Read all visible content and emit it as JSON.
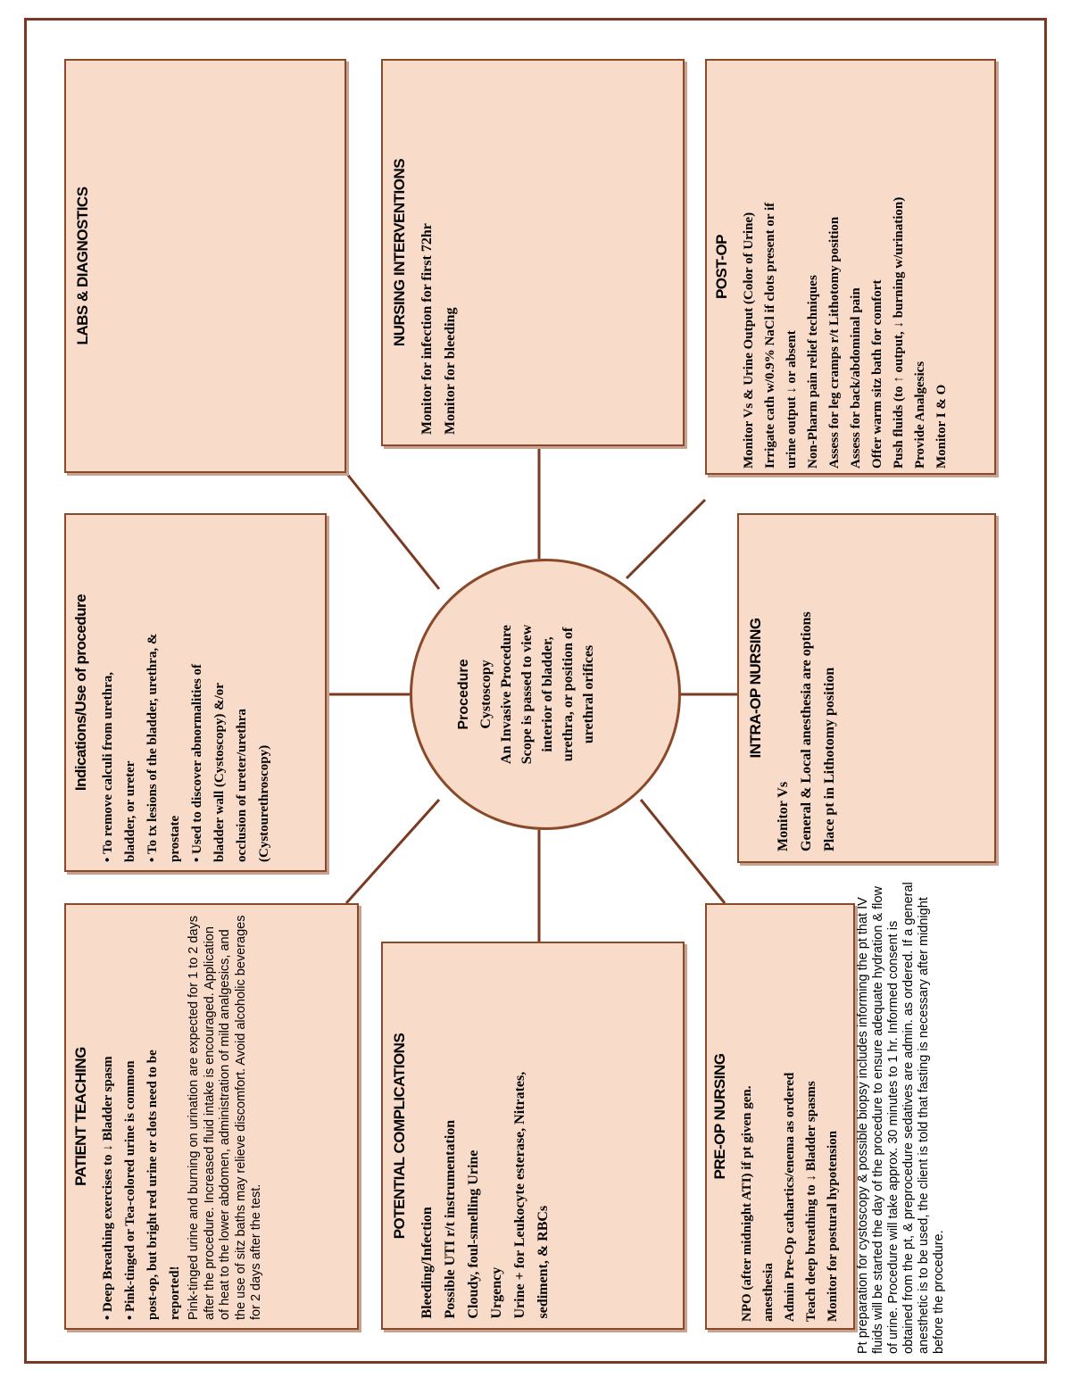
{
  "center": {
    "heading": "Procedure",
    "lines": [
      "Cystoscopy",
      "An Invasive Procedure",
      "Scope is passed to view",
      "interior of bladder,",
      "urethra, or position of",
      "urethral orifices"
    ]
  },
  "labs": {
    "heading": "LABS & DIAGNOSTICS",
    "lines": []
  },
  "nursing_interventions": {
    "heading": "NURSING INTERVENTIONS",
    "lines": [
      "Monitor for infection for first 72hr",
      "Monitor for bleeding"
    ]
  },
  "post_op": {
    "heading": "POST-OP",
    "lines": [
      "Monitor Vs & Urine Output (Color of Urine)",
      "Irrigate cath w/0.9% NaCl if clots present or if",
      "urine output ↓ or absent",
      "Non-Pharm pain relief techniques",
      "Assess for leg cramps r/t Lithotomy position",
      "Assess for back/abdominal pain",
      "Offer warm sitz bath for comfort",
      "Push fluids (to ↑ output, ↓ burning w/urination)",
      "Provide Analgesics",
      "Monitor I & O"
    ]
  },
  "indications": {
    "heading": "Indications/Use of procedure",
    "lines": [
      "To remove calculi from urethra,",
      "bladder, or ureter",
      "To tx lesions of the bladder, urethra, &",
      "prostate",
      "Used to discover abnormalities of",
      "bladder wall (Cystoscopy) &/or",
      "occlusion of ureter/urethra",
      "(Cystourethroscopy)"
    ]
  },
  "intra_op": {
    "heading": "INTRA-OP NURSING",
    "lines": [
      "Monitor Vs",
      "General & Local anesthesia are options",
      "Place pt in Lithotomy position"
    ]
  },
  "patient_teaching": {
    "heading": "PATIENT TEACHING",
    "lines": [
      "Deep Breathing exercises to ↓ Bladder spasm",
      "Pink-tinged or Tea-colored urine is common",
      "post-op, but bright red urine or clots need to be",
      "reported!"
    ],
    "paragraph": "Pink-tinged urine and burning on urination are expected for 1 to 2 days after the procedure. Increased fluid intake is encouraged. Application of heat to the lower abdomen, administration of mild analgesics, and the use of sitz baths may relieve discomfort. Avoid alcoholic beverages for 2 days after the test."
  },
  "complications": {
    "heading": "POTENTIAL COMPLICATIONS",
    "lines": [
      "Bleeding/Infection",
      "Possible UTI r/t instrumentation",
      "Cloudy, foul-smelling Urine",
      "Urgency",
      "Urine + for Leukocyte esterase, Nitrates,",
      "sediment, & RBCs"
    ]
  },
  "pre_op": {
    "heading": "PRE-OP NURSING",
    "lines": [
      "NPO (after midnight ATI) if pt given gen.",
      "anesthesia",
      "Admin Pre-Op cathartics/enema as ordered",
      "Teach deep breathing to ↓ Bladder spasms",
      "Monitor for postural hypotension"
    ],
    "paragraph": "Pt preparation for cystoscopy & possible biopsy includes informing the pt that IV fluids will be started the day of the procedure to ensure adequate hydration & flow of urine. Procedure will take approx. 30 minutes to 1 hr. Informed consent is obtained from the pt, & preprocedure sedatives are admin. as ordered. If a general anesthetic is to be used, the client is told that fasting is necessary after midnight before the procedure."
  }
}
